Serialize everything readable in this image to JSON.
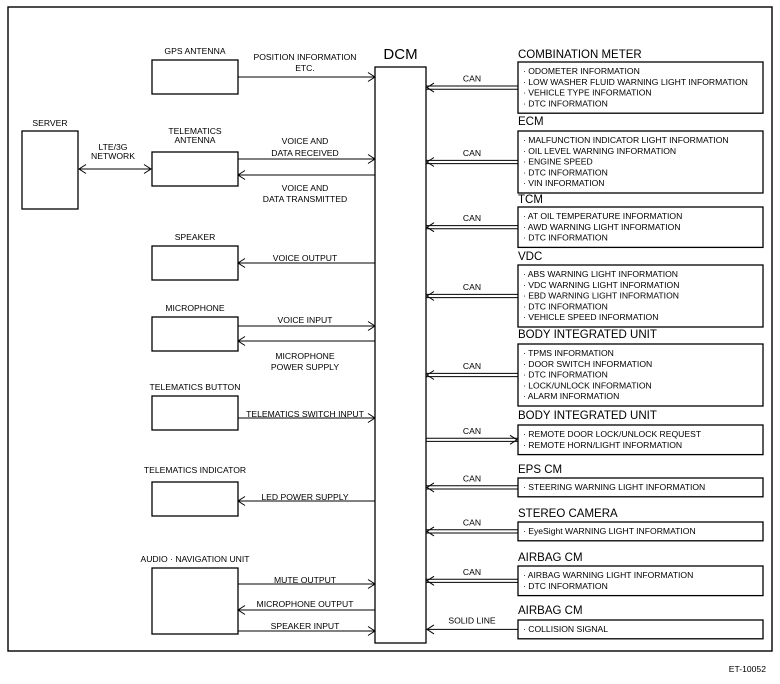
{
  "dcm": {
    "title": "DCM"
  },
  "server": {
    "label": "SERVER",
    "link_label": [
      "LTE/3G",
      "NETWORK"
    ]
  },
  "left_units": [
    {
      "label": "GPS ANTENNA",
      "signals": [
        {
          "text": [
            "POSITION INFORMATION",
            "ETC."
          ],
          "dir": "in"
        }
      ]
    },
    {
      "label": "TELEMATICS\nANTENNA",
      "signals": [
        {
          "text": [
            "VOICE AND",
            "DATA RECEIVED"
          ],
          "dir": "in"
        },
        {
          "text": [
            "VOICE AND",
            "DATA TRANSMITTED"
          ],
          "dir": "out"
        }
      ]
    },
    {
      "label": "SPEAKER",
      "signals": [
        {
          "text": [
            "VOICE OUTPUT"
          ],
          "dir": "out"
        }
      ]
    },
    {
      "label": "MICROPHONE",
      "signals": [
        {
          "text": [
            "VOICE INPUT"
          ],
          "dir": "in"
        },
        {
          "text": [
            "MICROPHONE",
            "POWER SUPPLY"
          ],
          "dir": "out"
        }
      ]
    },
    {
      "label": "TELEMATICS BUTTON",
      "signals": [
        {
          "text": [
            "TELEMATICS SWITCH INPUT"
          ],
          "dir": "in"
        }
      ]
    },
    {
      "label": "TELEMATICS INDICATOR",
      "signals": [
        {
          "text": [
            "LED POWER SUPPLY"
          ],
          "dir": "out"
        }
      ]
    },
    {
      "label": "AUDIO · NAVIGATION UNIT",
      "signals": [
        {
          "text": [
            "MUTE OUTPUT"
          ],
          "dir": "in"
        },
        {
          "text": [
            "MICROPHONE OUTPUT"
          ],
          "dir": "out"
        },
        {
          "text": [
            "SPEAKER INPUT"
          ],
          "dir": "in"
        }
      ]
    }
  ],
  "right_units": [
    {
      "title": "COMBINATION METER",
      "link": "CAN",
      "dir": "in",
      "items": [
        "· ODOMETER INFORMATION",
        "· LOW WASHER FLUID WARNING LIGHT INFORMATION",
        "· VEHICLE TYPE INFORMATION",
        "· DTC INFORMATION"
      ]
    },
    {
      "title": "ECM",
      "link": "CAN",
      "dir": "in",
      "items": [
        "· MALFUNCTION INDICATOR LIGHT INFORMATION",
        "· OIL LEVEL WARNING INFORMATION",
        "· ENGINE SPEED",
        "· DTC INFORMATION",
        "· VIN INFORMATION"
      ]
    },
    {
      "title": "TCM",
      "link": "CAN",
      "dir": "in",
      "items": [
        "· AT OIL TEMPERATURE INFORMATION",
        "· AWD WARNING LIGHT INFORMATION",
        "· DTC INFORMATION"
      ]
    },
    {
      "title": "VDC",
      "link": "CAN",
      "dir": "in",
      "items": [
        "· ABS WARNING LIGHT INFORMATION",
        "· VDC WARNING LIGHT INFORMATION",
        "· EBD WARNING LIGHT INFORMATION",
        "· DTC INFORMATION",
        "· VEHICLE SPEED INFORMATION"
      ]
    },
    {
      "title": "BODY INTEGRATED UNIT",
      "link": "CAN",
      "dir": "in",
      "items": [
        "· TPMS INFORMATION",
        "· DOOR SWITCH INFORMATION",
        "· DTC INFORMATION",
        "· LOCK/UNLOCK INFORMATION",
        "· ALARM INFORMATION"
      ]
    },
    {
      "title": "BODY INTEGRATED UNIT",
      "link": "CAN",
      "dir": "out",
      "items": [
        "· REMOTE DOOR LOCK/UNLOCK REQUEST",
        "· REMOTE HORN/LIGHT INFORMATION"
      ]
    },
    {
      "title": "EPS CM",
      "link": "CAN",
      "dir": "in",
      "items": [
        "· STEERING WARNING LIGHT INFORMATION"
      ]
    },
    {
      "title": "STEREO CAMERA",
      "link": "CAN",
      "dir": "in",
      "items": [
        "· EyeSight WARNING LIGHT INFORMATION"
      ]
    },
    {
      "title": "AIRBAG CM",
      "link": "CAN",
      "dir": "in",
      "items": [
        "· AIRBAG WARNING LIGHT INFORMATION",
        "· DTC INFORMATION"
      ]
    },
    {
      "title": "AIRBAG CM",
      "link": "SOLID LINE",
      "dir": "in",
      "line": "single",
      "items": [
        "· COLLISION SIGNAL"
      ]
    }
  ],
  "figure_id": "ET-10052"
}
